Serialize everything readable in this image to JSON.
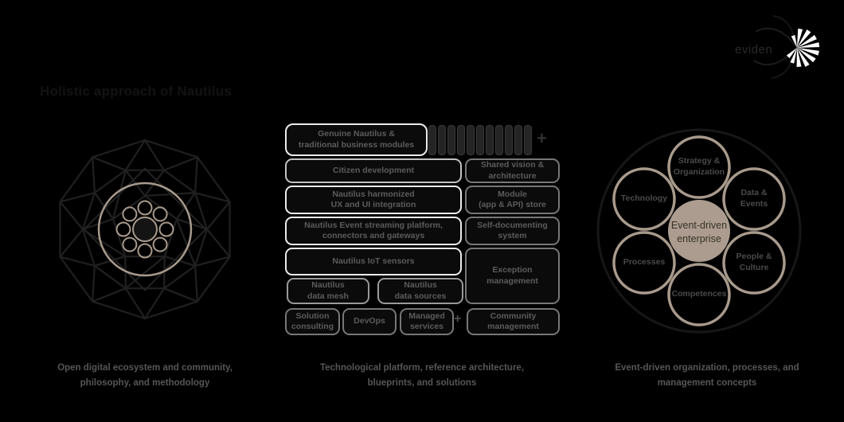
{
  "title": "Holistic approach of Nautilus",
  "logo": {
    "brand": "eviden"
  },
  "colors": {
    "background": "#000000",
    "accent_tan": "#ab9c8f",
    "box_border_light": "#ececec",
    "box_border_gray": "#777777",
    "text_gray": "#5c5c5c"
  },
  "left_panel": {
    "caption": "Open digital ecosystem and community,\nphilosophy, and methodology"
  },
  "middle_panel": {
    "caption": "Technological platform, reference architecture,\nblueprints, and solutions",
    "module_tiles": 11,
    "plus_top": "+",
    "plus_bottom": "+",
    "boxes": {
      "top": "Genuine Nautilus &\ntraditional business modules",
      "citizen": "Citizen development",
      "ux": "Nautilus harmonized\nUX and UI integration",
      "event": "Nautilus Event streaming platform,\nconnectors and gateways",
      "iot": "Nautilus IoT sensors",
      "mesh": "Nautilus\ndata mesh",
      "sources": "Nautilus\ndata sources",
      "consulting": "Solution\nconsulting",
      "devops": "DevOps",
      "managed": "Managed\nservices",
      "community": "Community\nmanagement",
      "vision": "Shared vision &\narchitecture",
      "store": "Module\n(app & API) store",
      "selfdoc": "Self-documenting\nsystem",
      "exception": "Exception\nmanagement"
    }
  },
  "right_panel": {
    "center_label": "Event-driven\nenterprise",
    "satellites": [
      {
        "label": "Strategy &\nOrganization"
      },
      {
        "label": "Data &\nEvents"
      },
      {
        "label": "People &\nCulture"
      },
      {
        "label": "Competences"
      },
      {
        "label": "Processes"
      },
      {
        "label": "Technology"
      }
    ],
    "caption": "Event-driven organization, processes, and\nmanagement concepts"
  }
}
